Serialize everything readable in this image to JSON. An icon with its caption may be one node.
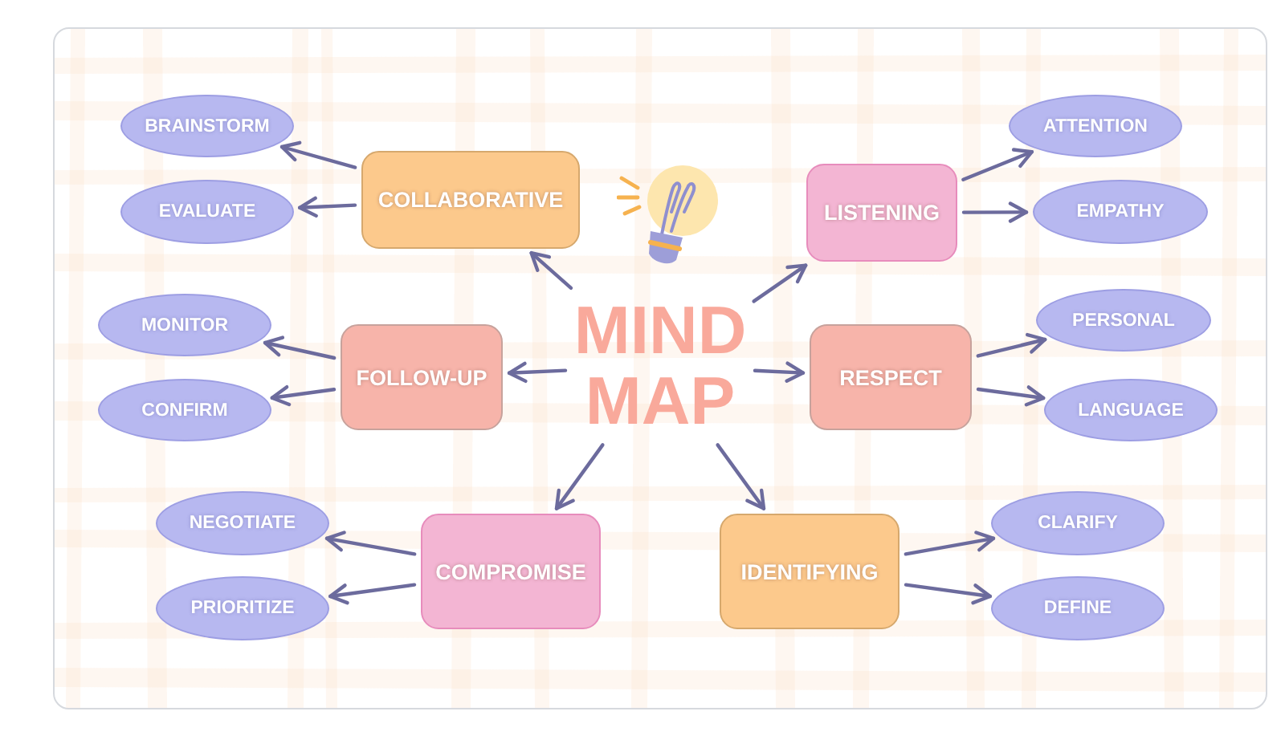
{
  "diagram": {
    "nodes": [
      {
        "text": [
          "MIND MAP"
        ]
      },
      {
        "text": [
          "COLLABORATIVE"
        ]
      },
      {
        "text": [
          "BRAINSTORM"
        ]
      },
      {
        "text": [
          "EVALUATE"
        ]
      },
      {
        "text": [
          "LISTENING"
        ]
      },
      {
        "text": [
          "ATTENTION"
        ]
      },
      {
        "text": [
          "EMPATHY"
        ]
      },
      {
        "text": [
          "FOLLOW-UP"
        ]
      },
      {
        "text": [
          "MONITOR"
        ]
      },
      {
        "text": [
          "CONFIRM"
        ]
      },
      {
        "text": [
          "RESPECT"
        ]
      },
      {
        "text": [
          "PERSONAL"
        ]
      },
      {
        "text": [
          "LANGUAGE"
        ]
      },
      {
        "text": [
          "COMPROMISE"
        ]
      },
      {
        "text": [
          "NEGOTIATE"
        ]
      },
      {
        "text": [
          "PRIORITIZE"
        ]
      },
      {
        "text": [
          "IDENTIFYING"
        ]
      },
      {
        "text": [
          "CLARIFY"
        ]
      },
      {
        "text": [
          "DEFINE"
        ]
      }
    ],
    "edges": [
      {
        "from": 0,
        "to": 1,
        "arrow": "to"
      },
      {
        "from": 1,
        "to": 2,
        "arrow": "to"
      },
      {
        "from": 1,
        "to": 3,
        "arrow": "to"
      },
      {
        "from": 0,
        "to": 4,
        "arrow": "to"
      },
      {
        "from": 4,
        "to": 5,
        "arrow": "to"
      },
      {
        "from": 4,
        "to": 6,
        "arrow": "to"
      },
      {
        "from": 0,
        "to": 7,
        "arrow": "to"
      },
      {
        "from": 7,
        "to": 8,
        "arrow": "to"
      },
      {
        "from": 7,
        "to": 9,
        "arrow": "to"
      },
      {
        "from": 0,
        "to": 10,
        "arrow": "to"
      },
      {
        "from": 10,
        "to": 11,
        "arrow": "to"
      },
      {
        "from": 10,
        "to": 12,
        "arrow": "to"
      },
      {
        "from": 0,
        "to": 13,
        "arrow": "to"
      },
      {
        "from": 13,
        "to": 14,
        "arrow": "to"
      },
      {
        "from": 13,
        "to": 15,
        "arrow": "to"
      },
      {
        "from": 0,
        "to": 16,
        "arrow": "to"
      },
      {
        "from": 16,
        "to": 17,
        "arrow": "to"
      },
      {
        "from": 16,
        "to": 18,
        "arrow": "to"
      }
    ]
  }
}
